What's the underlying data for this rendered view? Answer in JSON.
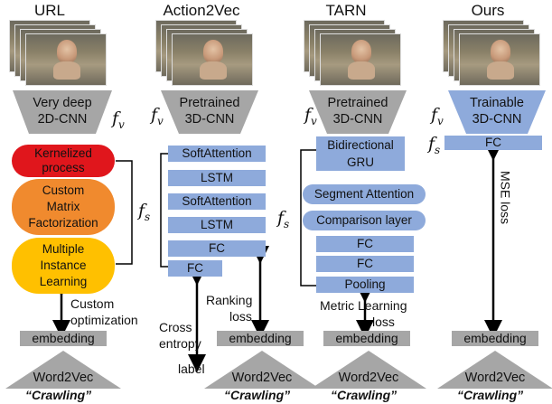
{
  "columns": [
    {
      "title": "URL",
      "encoder": "Very deep 2D-CNN",
      "encoder_l1": "Very deep",
      "encoder_l2": "2D-CNN"
    },
    {
      "title": "Action2Vec",
      "encoder_l1": "Pretrained",
      "encoder_l2": "3D-CNN"
    },
    {
      "title": "TARN",
      "encoder_l1": "Pretrained",
      "encoder_l2": "3D-CNN"
    },
    {
      "title": "Ours",
      "encoder_l1": "Trainable",
      "encoder_l2": "3D-CNN"
    }
  ],
  "symbols": {
    "fv": "f",
    "fv_sub": "v",
    "fs": "f",
    "fs_sub": "s"
  },
  "url_blocks": {
    "kernelized_l1": "Kernelized",
    "kernelized_l2": "process",
    "custom_l1": "Custom",
    "custom_l2": "Matrix",
    "custom_l3": "Factorization",
    "multiple_l1": "Multiple",
    "multiple_l2": "Instance",
    "multiple_l3": "Learning",
    "custom_opt_l1": "Custom",
    "custom_opt_l2": "optimization"
  },
  "action2vec_blocks": [
    "SoftAttention",
    "LSTM",
    "SoftAttention",
    "LSTM",
    "FC",
    "FC"
  ],
  "action2vec_labels": {
    "cross_l1": "Cross",
    "cross_l2": "entropy",
    "label": "label",
    "ranking_l1": "Ranking",
    "ranking_l2": "loss"
  },
  "tarn_blocks": {
    "bigru_l1": "Bidirectional",
    "bigru_l2": "GRU",
    "segment": "Segment Attention",
    "comparison": "Comparison layer",
    "fc1": "FC",
    "fc2": "FC",
    "pooling": "Pooling"
  },
  "tarn_labels": {
    "metric_l1": "Metric Learning",
    "metric_l2": "loss"
  },
  "ours_blocks": {
    "fc": "FC"
  },
  "ours_labels": {
    "mse": "MSE loss"
  },
  "embedding": "embedding",
  "word2vec": "Word2Vec",
  "crawling": "“Crawling”",
  "colors": {
    "blue": "#8eaadb",
    "red": "#e0161c",
    "orange": "#f08a2e",
    "yellow": "#ffc000",
    "gray": "#a6a6a6"
  }
}
